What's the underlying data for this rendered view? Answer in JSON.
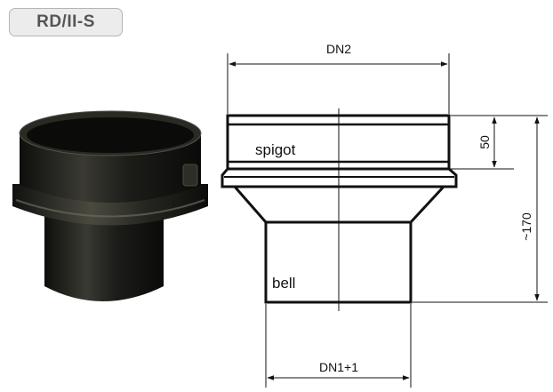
{
  "product_code": "RD/II-S",
  "dimensions": {
    "top_width": "DN2",
    "bottom_width": "DN1+1",
    "spigot_height": "50",
    "total_height": "~170"
  },
  "labels": {
    "spigot": "spigot",
    "bell": "bell"
  },
  "colors": {
    "product_body": "#1a1a17",
    "drawing_line": "#111111",
    "badge_background": "#ececec",
    "badge_border": "#b5b5b5",
    "badge_text": "#555555"
  }
}
